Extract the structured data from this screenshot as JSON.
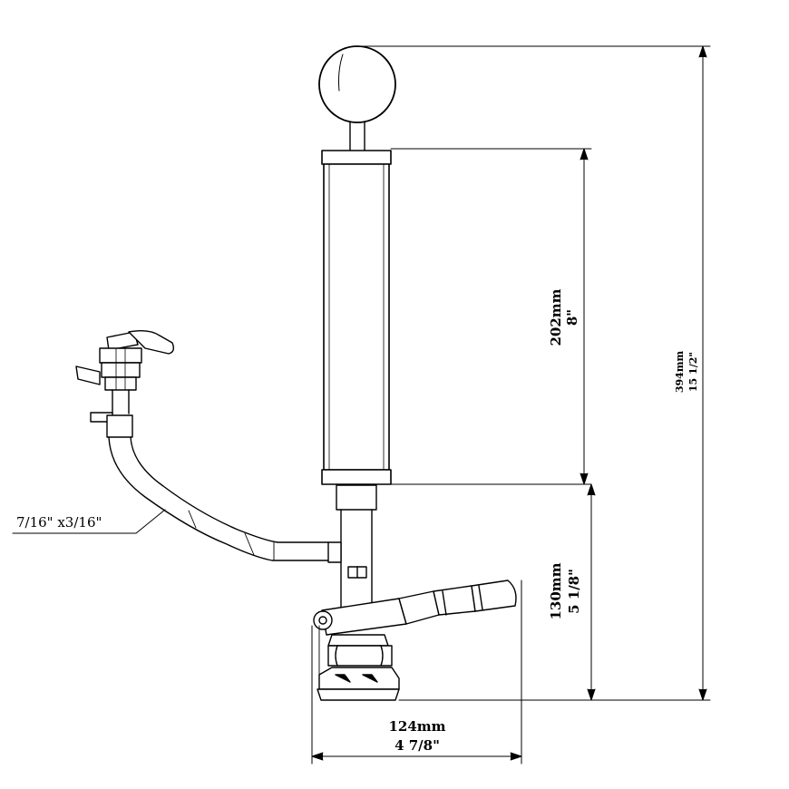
{
  "drawing": {
    "line_color": "#000000",
    "background": "#ffffff",
    "dimensions": {
      "overall_height": {
        "metric": "394mm",
        "imperial": "15 1/2\""
      },
      "cylinder_height": {
        "metric": "202mm",
        "imperial": "8\""
      },
      "coupler_height": {
        "metric": "130mm",
        "imperial": "5 1/8\""
      },
      "width": {
        "metric": "124mm",
        "imperial": "4 7/8\""
      }
    },
    "hose_label": "7/16\" x3/16\""
  }
}
